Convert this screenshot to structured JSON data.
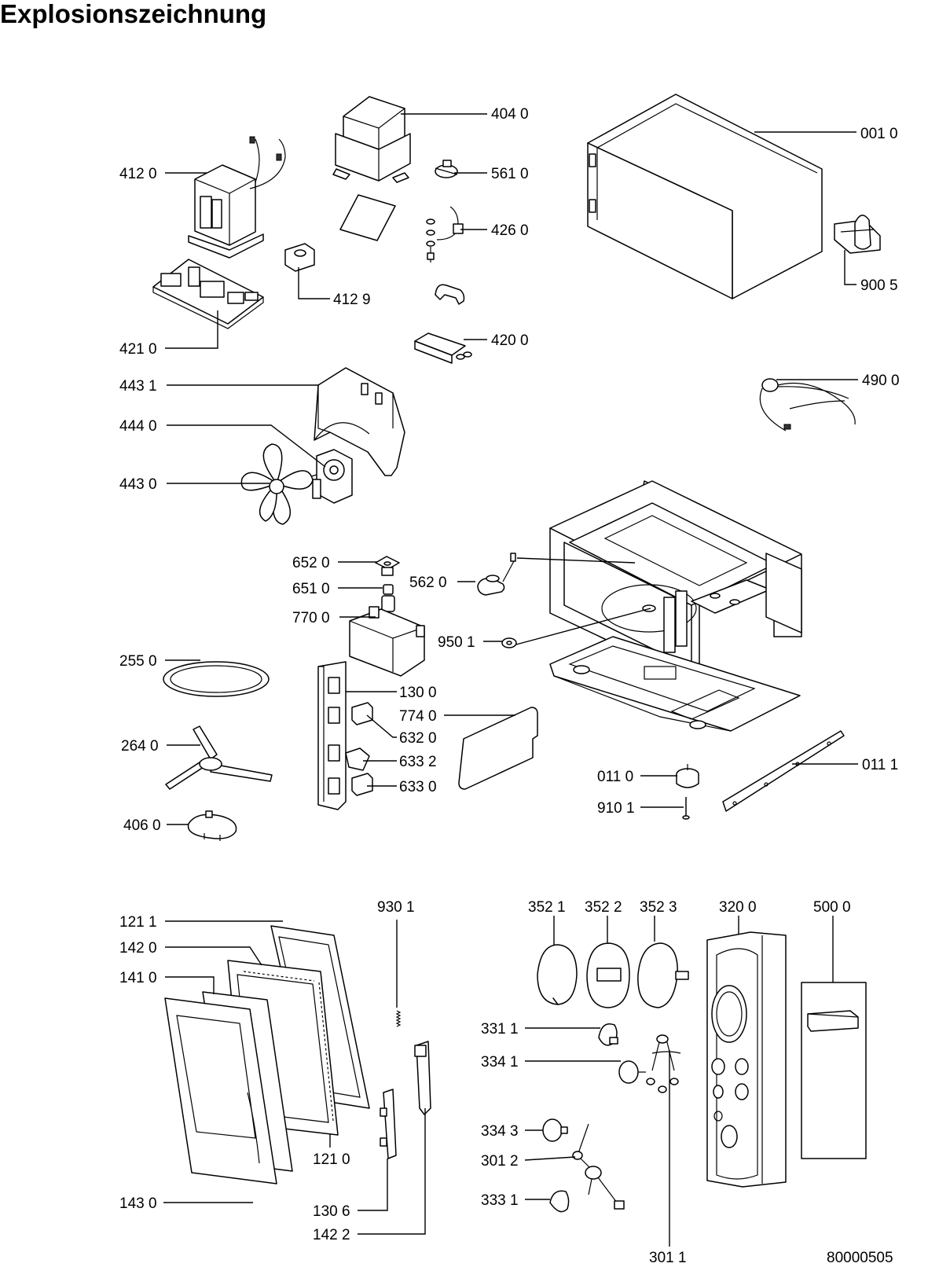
{
  "title": "Explosionszeichnung",
  "drawing_number": "80000505",
  "part_labels": [
    "404 0",
    "001 0",
    "412 0",
    "561 0",
    "426 0",
    "412 9",
    "900 5",
    "420 0",
    "421 0",
    "490 0",
    "443 1",
    "444 0",
    "443 0",
    "652 0",
    "651 0",
    "562 0",
    "770 0",
    "950 1",
    "255 0",
    "130 0",
    "774 0",
    "632 0",
    "264 0",
    "633 2",
    "633 0",
    "011 0",
    "011 1",
    "910 1",
    "406 0",
    "121 1",
    "930 1",
    "142 0",
    "141 0",
    "121 0",
    "143 0",
    "130 6",
    "142 2",
    "352 1",
    "352 2",
    "352 3",
    "320 0",
    "500 0",
    "331 1",
    "334 1",
    "334 3",
    "301 2",
    "333 1",
    "301 1"
  ]
}
